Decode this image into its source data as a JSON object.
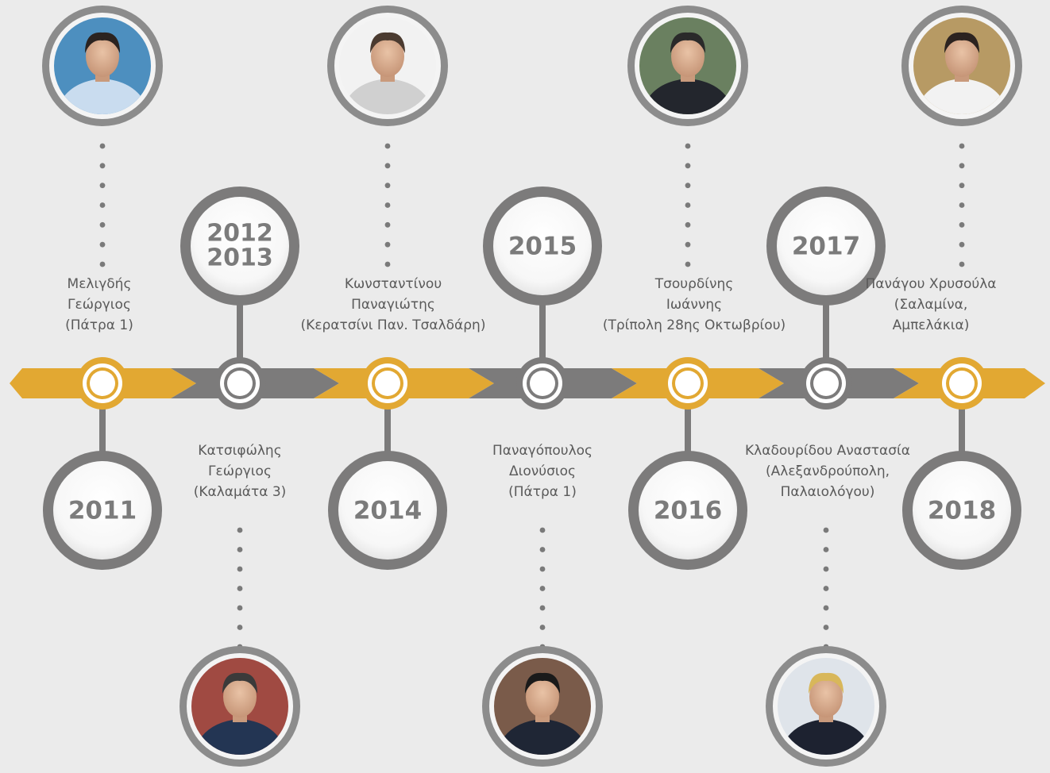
{
  "colors": {
    "gold": "#e2a832",
    "gray": "#7c7b7b",
    "background": "#ebebeb",
    "text": "#5a5a5a"
  },
  "entries": [
    {
      "year_lines": [
        "2011"
      ],
      "name_lines": [
        "Μελιγδής",
        "Γεώργιος",
        "(Πάτρα 1)"
      ]
    },
    {
      "year_lines": [
        "2012",
        "2013"
      ],
      "name_lines": [
        "Κατσιφώλης",
        "Γεώργιος",
        "(Καλαμάτα 3)"
      ]
    },
    {
      "year_lines": [
        "2014"
      ],
      "name_lines": [
        "Κωνσταντίνου",
        "Παναγιώτης",
        "(Κερατσίνι Παν. Τσαλδάρη)"
      ]
    },
    {
      "year_lines": [
        "2015"
      ],
      "name_lines": [
        "Παναγόπουλος",
        "Διονύσιος",
        "(Πάτρα 1)"
      ]
    },
    {
      "year_lines": [
        "2016"
      ],
      "name_lines": [
        "Τσουρδίνης",
        "Ιωάννης",
        "(Τρίπολη 28ης Οκτωβρίου)"
      ]
    },
    {
      "year_lines": [
        "2017"
      ],
      "name_lines": [
        "Κλαδουρίδου Αναστασία",
        "(Αλεξανδρούπολη,",
        "Παλαιολόγου)"
      ]
    },
    {
      "year_lines": [
        "2018"
      ],
      "name_lines": [
        "Πανάγου Χρυσούλα",
        "(Σαλαμίνα,",
        "Αμπελάκια)"
      ]
    }
  ]
}
